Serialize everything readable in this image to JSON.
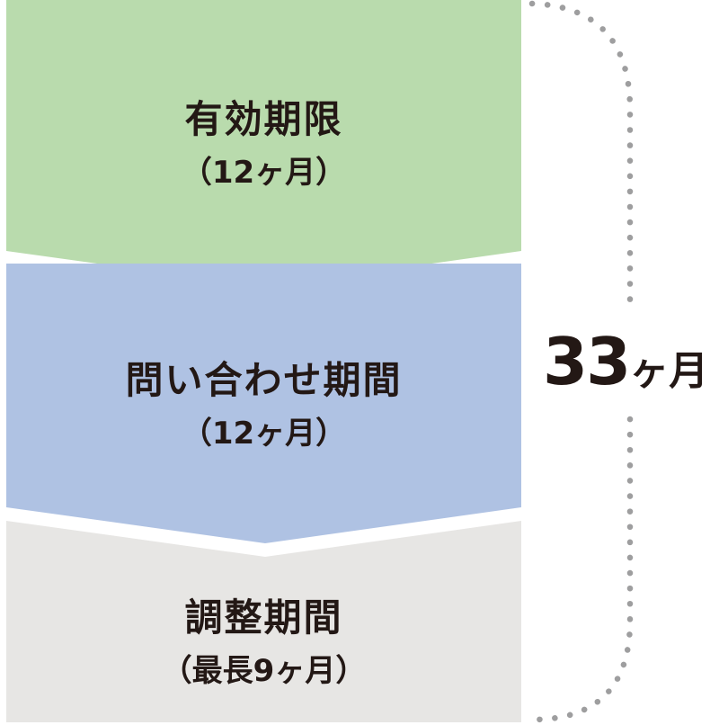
{
  "stages": [
    {
      "title": "有効期限",
      "sub": "（12ヶ月）",
      "color": "#b9dbad"
    },
    {
      "title": "問い合わせ期間",
      "sub": "（12ヶ月）",
      "color": "#afc2e3"
    },
    {
      "title": "調整期間",
      "sub": "（最長9ヶ月）",
      "color": "#e7e6e4"
    }
  ],
  "total": {
    "number": "33",
    "unit": "ヶ月"
  },
  "bracket": {
    "color": "#9e9e9f",
    "style": "dotted"
  }
}
